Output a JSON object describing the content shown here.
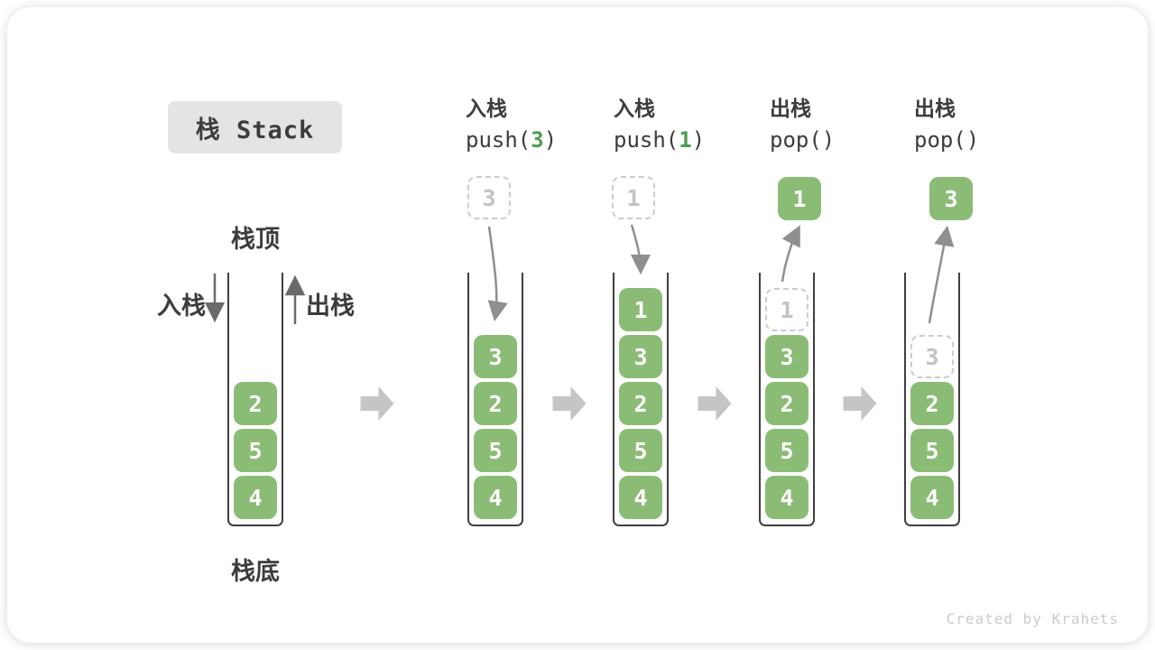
{
  "page": {
    "title_badge": "栈 Stack",
    "watermark": "Created by Krahets"
  },
  "labels": {
    "stack_top": "栈顶",
    "stack_bottom": "栈底",
    "push_side": "入栈",
    "pop_side": "出栈"
  },
  "colors": {
    "item_green": "#8bbc76",
    "arg_green": "#4d9e53",
    "ghost_border": "#cccccc",
    "ghost_text": "#c2c2c2",
    "wall": "#3f3f3f",
    "flow_arrow": "#c5c5c5",
    "motion_arrow": "#8f8f8f",
    "side_arrow": "#6a6a6a",
    "badge_bg": "#e4e4e4",
    "text_dark": "#3c3c3c",
    "watermark": "#cbcbcb"
  },
  "columns": [
    {
      "kind": "initial",
      "items": [
        {
          "value": "2"
        },
        {
          "value": "5"
        },
        {
          "value": "4"
        }
      ]
    },
    {
      "kind": "push",
      "op_label": "入栈",
      "code_pre": "push(",
      "code_arg": "3",
      "code_post": ")",
      "floating": {
        "value": "3",
        "variant": "ghost"
      },
      "items": [
        {
          "value": "3"
        },
        {
          "value": "2"
        },
        {
          "value": "5"
        },
        {
          "value": "4"
        }
      ]
    },
    {
      "kind": "push",
      "op_label": "入栈",
      "code_pre": "push(",
      "code_arg": "1",
      "code_post": ")",
      "floating": {
        "value": "1",
        "variant": "ghost"
      },
      "items": [
        {
          "value": "1"
        },
        {
          "value": "3"
        },
        {
          "value": "2"
        },
        {
          "value": "5"
        },
        {
          "value": "4"
        }
      ]
    },
    {
      "kind": "pop",
      "op_label": "出栈",
      "code_pre": "pop(",
      "code_arg": "",
      "code_post": ")",
      "floating": {
        "value": "1",
        "variant": "solid"
      },
      "items": [
        {
          "value": "1",
          "ghost": true
        },
        {
          "value": "3"
        },
        {
          "value": "2"
        },
        {
          "value": "5"
        },
        {
          "value": "4"
        }
      ]
    },
    {
      "kind": "pop",
      "op_label": "出栈",
      "code_pre": "pop(",
      "code_arg": "",
      "code_post": ")",
      "floating": {
        "value": "3",
        "variant": "solid"
      },
      "items": [
        {
          "value": "3",
          "ghost": true
        },
        {
          "value": "2"
        },
        {
          "value": "5"
        },
        {
          "value": "4"
        }
      ]
    }
  ]
}
